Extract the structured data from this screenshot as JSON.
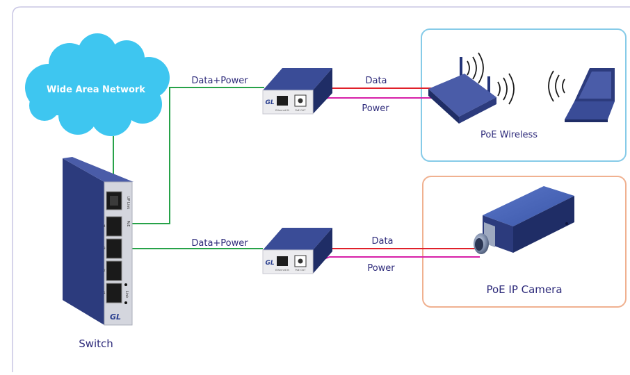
{
  "labels": {
    "wan": "Wide Area Network",
    "data_power_top": "Data+Power",
    "data_power_bottom": "Data+Power",
    "data_top": "Data",
    "power_top": "Power",
    "data_bottom": "Data",
    "power_bottom": "Power",
    "poe_wireless": "PoE Wireless",
    "poe_ip_camera": "PoE IP Camera",
    "switch": "Switch"
  },
  "device_text": {
    "injector_logo": "GL",
    "injector_port_in": "Ethernet IN",
    "injector_port_out": "PoE OUT",
    "switch_uplink": "UP Link",
    "switch_poe": "PoE",
    "switch_link": "Link",
    "switch_port_1": "1",
    "switch_port_2": "2",
    "switch_port_3": "3",
    "switch_port_4": "4",
    "switch_logo": "GL"
  },
  "colors": {
    "frame_border": "#c9c6e4",
    "wan_cloud": "#3ec6f0",
    "data_power_line": "#27a249",
    "data_line": "#e0202a",
    "power_line": "#d61fa8",
    "wireless_box_border": "#86cbe8",
    "camera_box_border": "#f0b190",
    "label_text": "#2d2a7a",
    "device_blue": "#2a3f8f"
  }
}
